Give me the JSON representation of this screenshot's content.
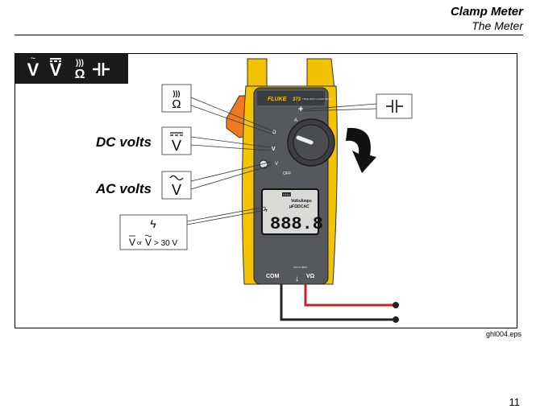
{
  "header": {
    "title": "Clamp Meter",
    "subtitle": "The Meter"
  },
  "figure": {
    "mode_bar_symbols": [
      "Ṽ",
      "V̅",
      "))) Ω",
      "−∥−"
    ],
    "callouts": {
      "continuity_symbol": ")))",
      "ohm_symbol": "Ω",
      "dc_volts_label": "DC volts",
      "ac_volts_label": "AC volts",
      "volt_symbol": "V",
      "hv_bolt": "ϟ",
      "hv_text_or": "or",
      "hv_text_threshold": "> 30 V"
    },
    "meter": {
      "brand": "FLUKE",
      "model": "373",
      "model_sub": "TRUE RMS CLAMP METER",
      "dial_a": "A",
      "dial_ohm": "Ω",
      "dial_v": "V",
      "dial_off": "OFF",
      "lcd_hold": "HOLD",
      "lcd_units1": "VoltsAmps",
      "lcd_units2": "μFΩDCAC",
      "lcd_digits": "888.8",
      "jack_com": "COM",
      "jack_mid": "CAT III 600V",
      "jack_v": "VΩ"
    },
    "caption": "ghl004.eps"
  },
  "page_number": "11"
}
